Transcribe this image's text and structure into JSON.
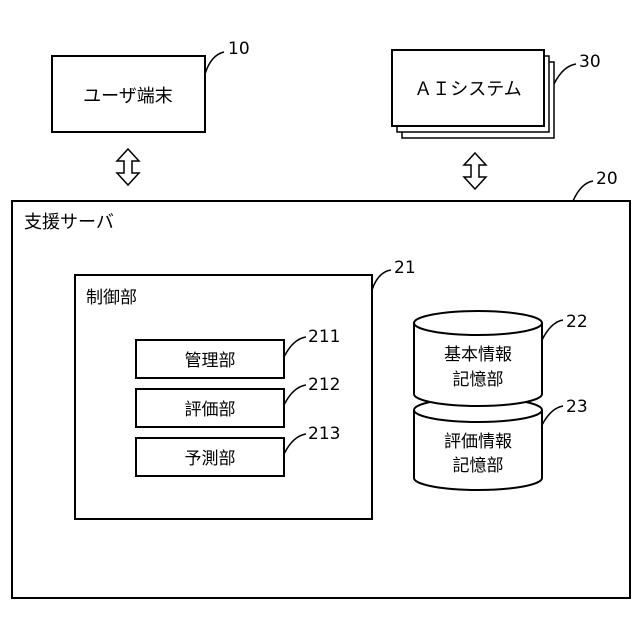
{
  "nodes": {
    "user_terminal": {
      "label": "ユーザ端末",
      "ref": "10"
    },
    "ai_system": {
      "label": "ＡＩシステム",
      "ref": "30"
    },
    "support_server": {
      "label": "支援サーバ",
      "ref": "20"
    },
    "control_unit": {
      "label": "制御部",
      "ref": "21"
    },
    "management_unit": {
      "label": "管理部",
      "ref": "211"
    },
    "evaluation_unit": {
      "label": "評価部",
      "ref": "212"
    },
    "prediction_unit": {
      "label": "予測部",
      "ref": "213"
    },
    "basic_info_storage": {
      "label_line1": "基本情報",
      "label_line2": "記憶部",
      "ref": "22"
    },
    "eval_info_storage": {
      "label_line1": "評価情報",
      "label_line2": "記憶部",
      "ref": "23"
    }
  },
  "connections": [
    {
      "from": "user_terminal",
      "to": "support_server",
      "type": "bidirectional"
    },
    {
      "from": "ai_system",
      "to": "support_server",
      "type": "bidirectional"
    }
  ]
}
